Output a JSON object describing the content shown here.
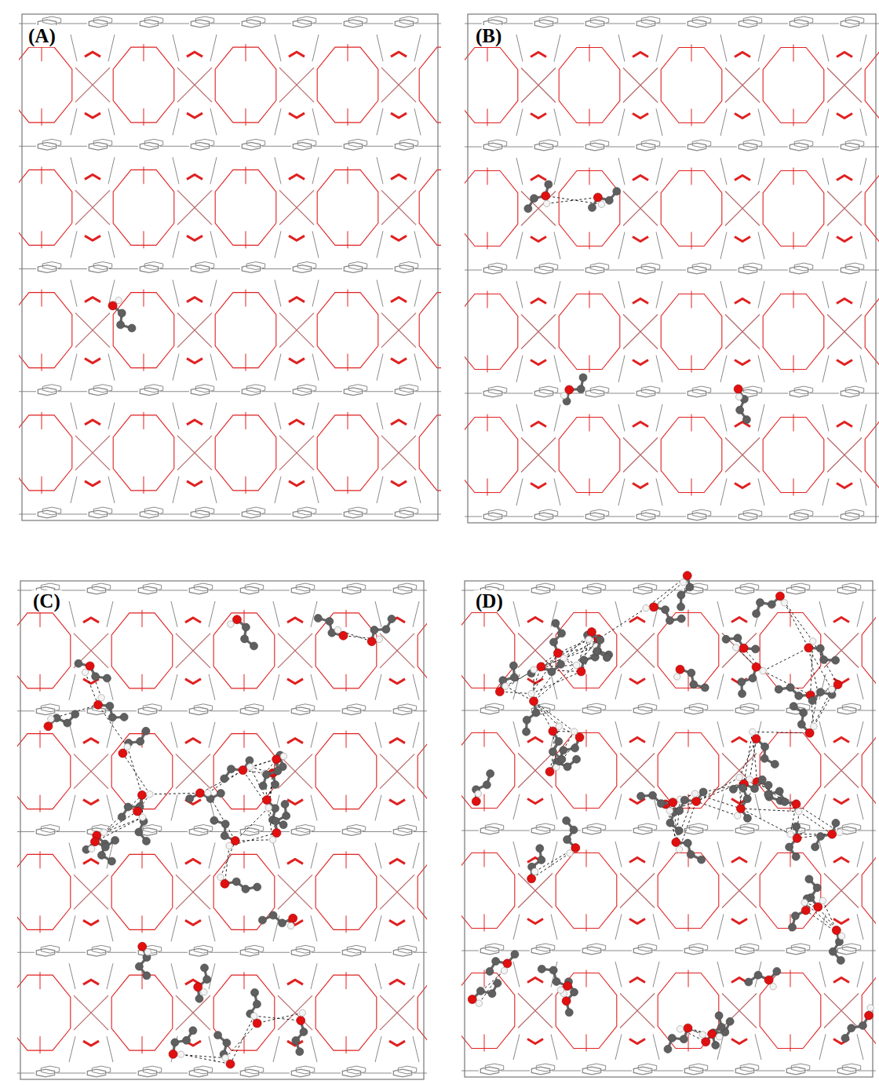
{
  "diagram": {
    "labels": [
      "(A)",
      "(B)",
      "(C)",
      "(D)"
    ]
  }
}
